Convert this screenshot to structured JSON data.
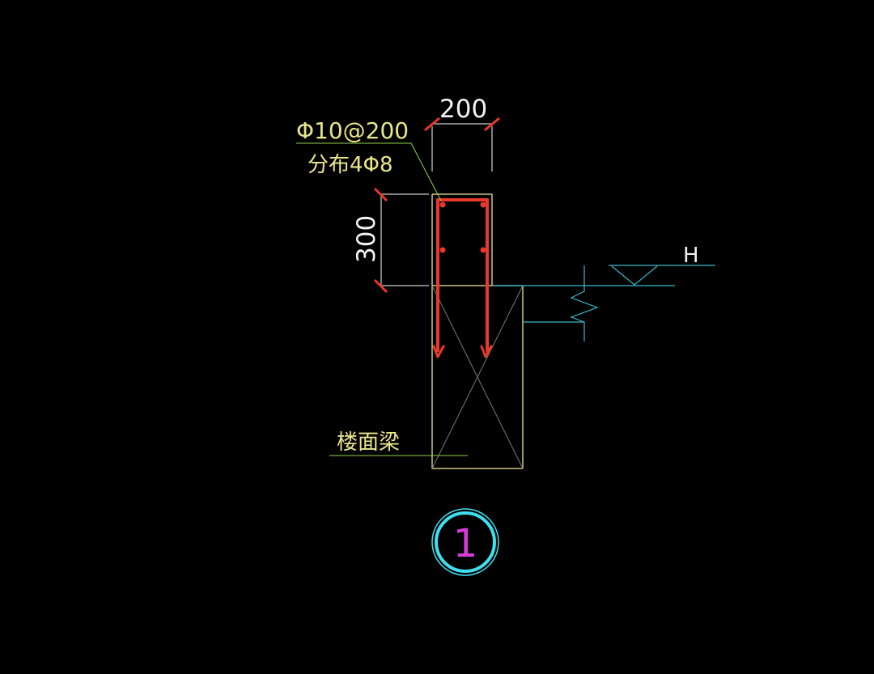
{
  "drawing": {
    "dim_width": "200",
    "dim_height": "300",
    "rebar_label_1": "Φ10@200",
    "rebar_label_2": "分布4Φ8",
    "beam_label": "楼面梁",
    "elevation_label": "H",
    "detail_number": "1"
  },
  "colors": {
    "background": "#000000",
    "outline": "#e9e59a",
    "rebar": "#e8392c",
    "dimension": "#ffffff",
    "dimension_tick": "#e8392c",
    "leader": "#8fd14f",
    "cyan_line": "#39b8c8",
    "callout_circle": "#3ee0f0",
    "callout_number": "#d63bd6",
    "hatch_cross": "#7a7a7a"
  }
}
